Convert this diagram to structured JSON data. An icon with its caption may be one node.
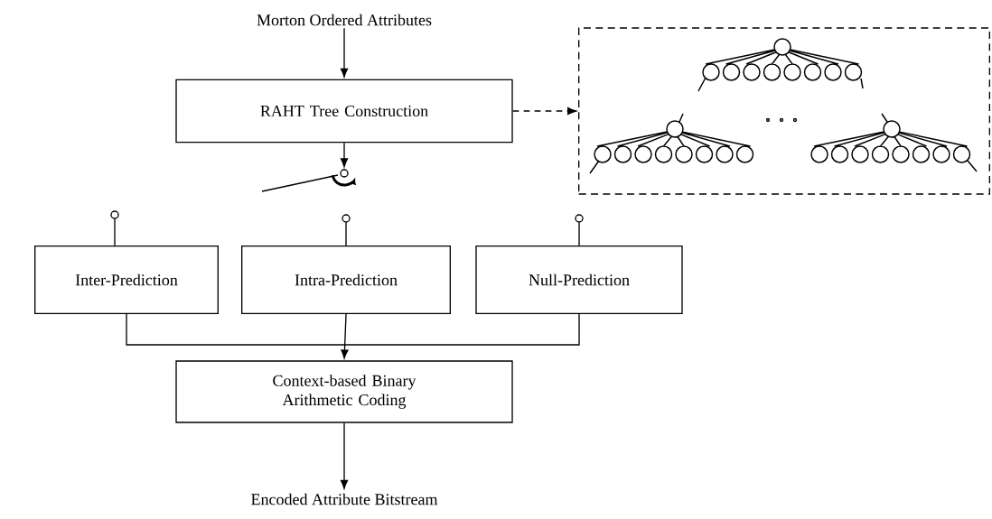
{
  "diagram": {
    "nodes": [
      {
        "text": [
          "Morton Ordered Attributes"
        ]
      },
      {
        "text": [
          "RAHT Tree Construction"
        ]
      },
      {
        "text": [],
        "shape": "box"
      },
      {
        "text": [],
        "shape": "circle"
      },
      {
        "text": [
          "Inter-Prediction"
        ]
      },
      {
        "text": [
          "Intra-Prediction"
        ]
      },
      {
        "text": [
          "Null-Prediction"
        ]
      },
      {
        "text": [
          "Context-based Binary Arithmetic Coding"
        ]
      },
      {
        "text": [
          "Encoded Attribute Bitstream"
        ]
      }
    ],
    "edges": [
      {
        "from": 0,
        "to": 1,
        "arrow": "to"
      },
      {
        "from": 1,
        "to": 2,
        "arrow": "to",
        "style": "dashed"
      },
      {
        "from": 1,
        "to": 3,
        "arrow": "to"
      },
      {
        "from": 4,
        "to": 7,
        "arrow": "to"
      },
      {
        "from": 5,
        "to": 7,
        "arrow": "to"
      },
      {
        "from": 6,
        "to": 7,
        "arrow": "to"
      },
      {
        "from": 7,
        "to": 8,
        "arrow": "to"
      }
    ]
  }
}
